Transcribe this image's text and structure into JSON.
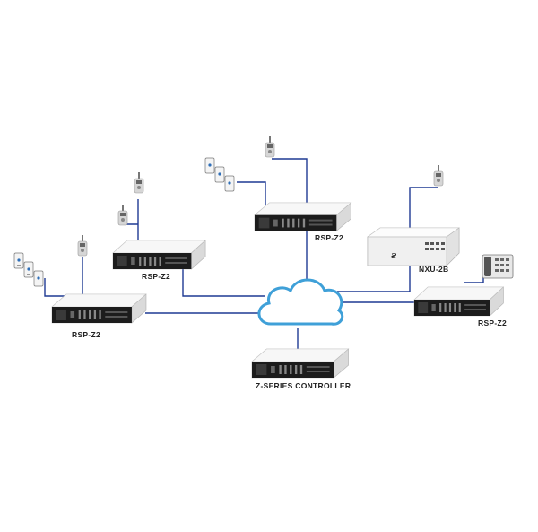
{
  "colors": {
    "link": "#1f3a93",
    "cloud_fill": "#ffffff",
    "cloud_stroke": "#3fa0d8",
    "device_body": "#f2f2f2",
    "device_front": "#1e1e1e"
  },
  "labels": {
    "rsp_left": "RSP-Z2",
    "rsp_mid": "RSP-Z2",
    "rsp_top": "RSP-Z2",
    "rsp_right": "RSP-Z2",
    "nxu": "NXU-2B",
    "controller": "Z-SERIES CONTROLLER"
  },
  "icons": {
    "cloud": "cloud-icon",
    "radio": "two-way-radio-icon",
    "phone": "smartphone-icon",
    "desk_phone": "desk-telephone-icon",
    "rack_unit": "rack-device-icon"
  }
}
